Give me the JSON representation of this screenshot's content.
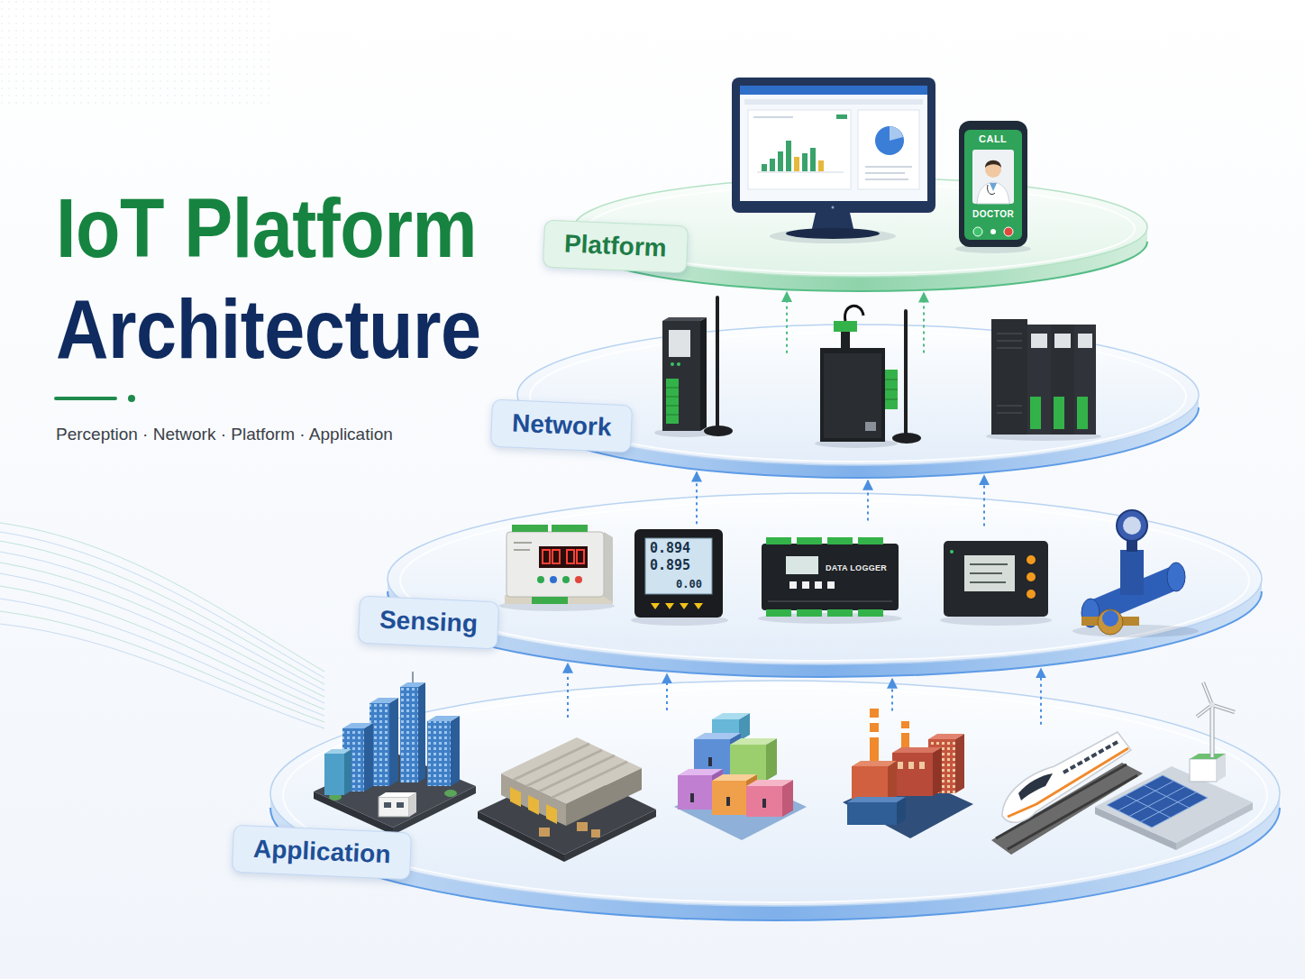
{
  "diagram": {
    "title": "IoT Platform Architecture",
    "nodes": [
      {
        "text": [
          "Platform"
        ]
      },
      {
        "text": [
          "Network"
        ]
      },
      {
        "text": [
          "Sensing"
        ]
      },
      {
        "text": [
          "Application"
        ]
      }
    ],
    "edges": [
      {
        "from": 3,
        "to": 2,
        "arrow": "to"
      },
      {
        "from": 3,
        "to": 2,
        "arrow": "to"
      },
      {
        "from": 3,
        "to": 2,
        "arrow": "to"
      },
      {
        "from": 3,
        "to": 2,
        "arrow": "to"
      },
      {
        "from": 2,
        "to": 1,
        "arrow": "to"
      },
      {
        "from": 2,
        "to": 1,
        "arrow": "to"
      },
      {
        "from": 2,
        "to": 1,
        "arrow": "to"
      },
      {
        "from": 1,
        "to": 0,
        "arrow": "to"
      },
      {
        "from": 1,
        "to": 0,
        "arrow": "to"
      }
    ],
    "labels": [
      "Perception · Network · Platform · Application",
      "CALL",
      "DOCTOR",
      "0.894",
      "0.895",
      "0.00",
      "DATA LOGGER"
    ]
  }
}
